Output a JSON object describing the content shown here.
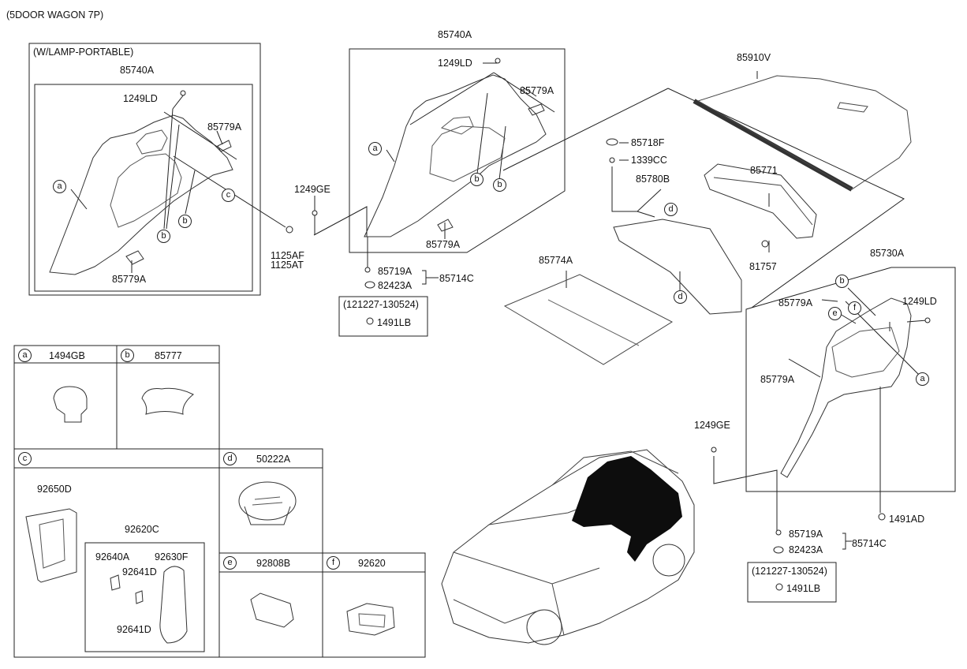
{
  "header": {
    "variant": "(5DOOR WAGON 7P)"
  },
  "lamp_box": {
    "title": "(W/LAMP-PORTABLE)",
    "panel": "85740A",
    "bolt": "1249LD",
    "cover_top": "85779A",
    "cover_bottom": "85779A",
    "circ_a": "a",
    "circ_b1": "b",
    "circ_b2": "b",
    "circ_c": "c"
  },
  "left_fasteners": {
    "screw": "1249GE",
    "bolt1": "1125AF",
    "bolt2": "1125AT"
  },
  "mid_box": {
    "panel": "85740A",
    "bolt": "1249LD",
    "cover_top": "85779A",
    "cover_bottom": "85779A",
    "circ_a": "a",
    "circ_b1": "b",
    "circ_b2": "b"
  },
  "mid_fasteners": {
    "clip": "85719A",
    "washer": "82423A",
    "group": "85714C",
    "date_range": "(121227-130524)",
    "clip2": "1491LB"
  },
  "right_parts": {
    "cover": "85910V",
    "plug": "85718F",
    "clip": "1339CC",
    "tray": "85780B",
    "circ_d1": "d",
    "circ_d2": "d",
    "sill": "85771",
    "screw": "81757",
    "net": "85774A"
  },
  "right_box": {
    "panel": "85730A",
    "bolt": "1249LD",
    "cover_top": "85779A",
    "cover_bottom": "85779A",
    "circ_b": "b",
    "circ_e": "e",
    "circ_f": "f",
    "circ_a": "a",
    "screw": "1249GE",
    "clip_bottom": "1491AD"
  },
  "right_fasteners": {
    "clip": "85719A",
    "washer": "82423A",
    "group": "85714C",
    "date_range": "(121227-130524)",
    "clip2": "1491LB"
  },
  "legend": {
    "a": {
      "key": "a",
      "part": "1494GB"
    },
    "b": {
      "key": "b",
      "part": "85777"
    },
    "c": {
      "key": "c",
      "lamp": "92650D",
      "assy": "92620C",
      "p1": "92640A",
      "p2": "92630F",
      "p3": "92641D",
      "p4": "92641D"
    },
    "d": {
      "key": "d",
      "part": "50222A"
    },
    "e": {
      "key": "e",
      "part": "92808B"
    },
    "f": {
      "key": "f",
      "part": "92620"
    }
  }
}
